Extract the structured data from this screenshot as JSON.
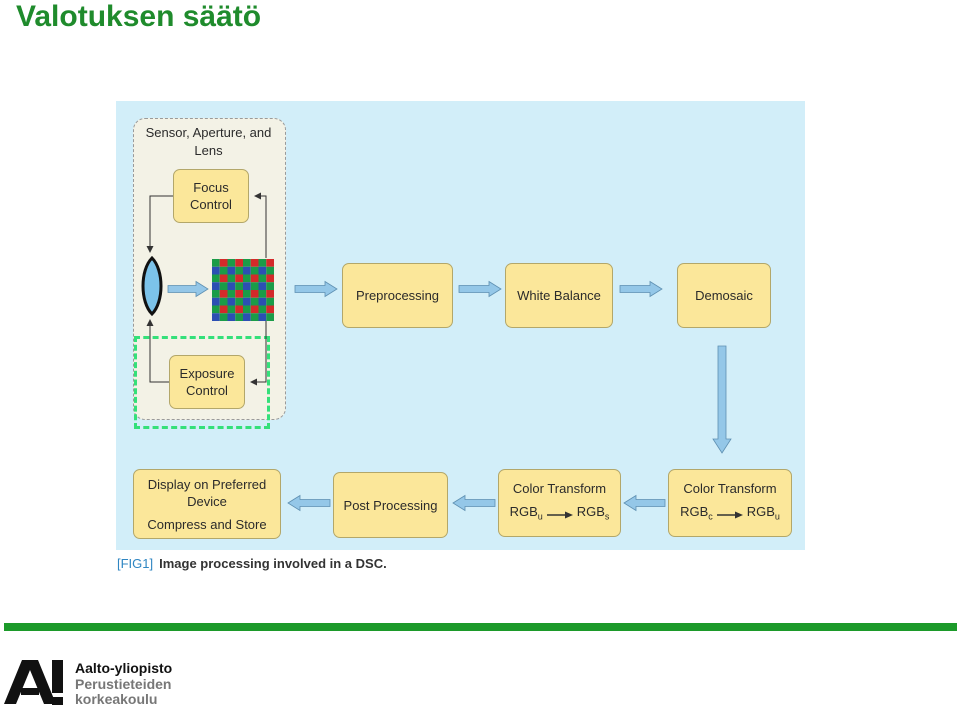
{
  "slide": {
    "title": "Valotuksen säätö"
  },
  "diagram": {
    "sensor_panel_title": "Sensor, Aperture, and Lens",
    "focus_control": [
      "Focus",
      "Control"
    ],
    "exposure_control": [
      "Exposure",
      "Control"
    ],
    "preprocessing": "Preprocessing",
    "white_balance": "White Balance",
    "demosaic": "Demosaic",
    "color_transform_1": {
      "label": "Color Transform",
      "from": "RGB",
      "from_sub": "c",
      "to": "RGB",
      "to_sub": "u"
    },
    "color_transform_2": {
      "label": "Color Transform",
      "from": "RGB",
      "from_sub": "u",
      "to": "RGB",
      "to_sub": "s"
    },
    "post_processing": "Post Processing",
    "display": [
      "Display on Preferred",
      "Device"
    ],
    "compress": "Compress and Store",
    "caption_tag": "[FIG1]",
    "caption_text": "Image processing involved in a DSC.",
    "colors": {
      "background": "#d2eef9",
      "box": "#fbe79a",
      "arrow": "#94c7e8",
      "highlight": "#34e07a",
      "brand_green": "#1c9a2a"
    }
  },
  "footer": {
    "logo_line1": "Aalto-yliopisto",
    "logo_line2": "Perustieteiden",
    "logo_line3": "korkeakoulu"
  }
}
